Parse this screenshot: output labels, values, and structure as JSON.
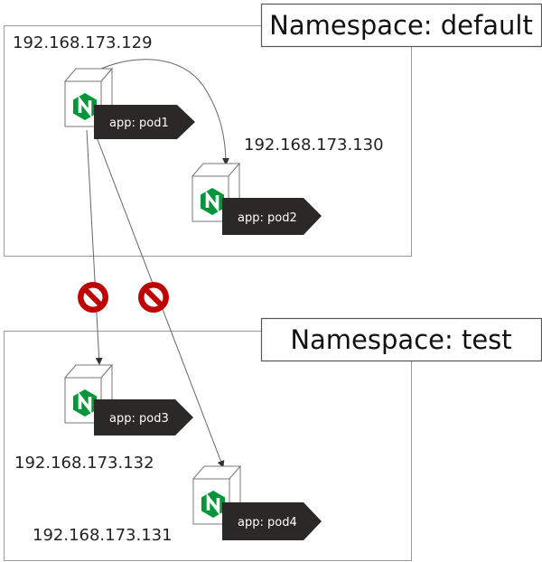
{
  "namespaces": [
    {
      "title": "Namespace: default"
    },
    {
      "title": "Namespace: test"
    }
  ],
  "pods": [
    {
      "label": "app: pod1",
      "ip": "192.168.173.129"
    },
    {
      "label": "app: pod2",
      "ip": "192.168.173.130"
    },
    {
      "label": "app: pod3",
      "ip": "192.168.173.132"
    },
    {
      "label": "app: pod4",
      "ip": "192.168.173.131"
    }
  ],
  "colors": {
    "nginx": "#009639",
    "blocked": "#c00000",
    "tag": "#2b2927"
  }
}
